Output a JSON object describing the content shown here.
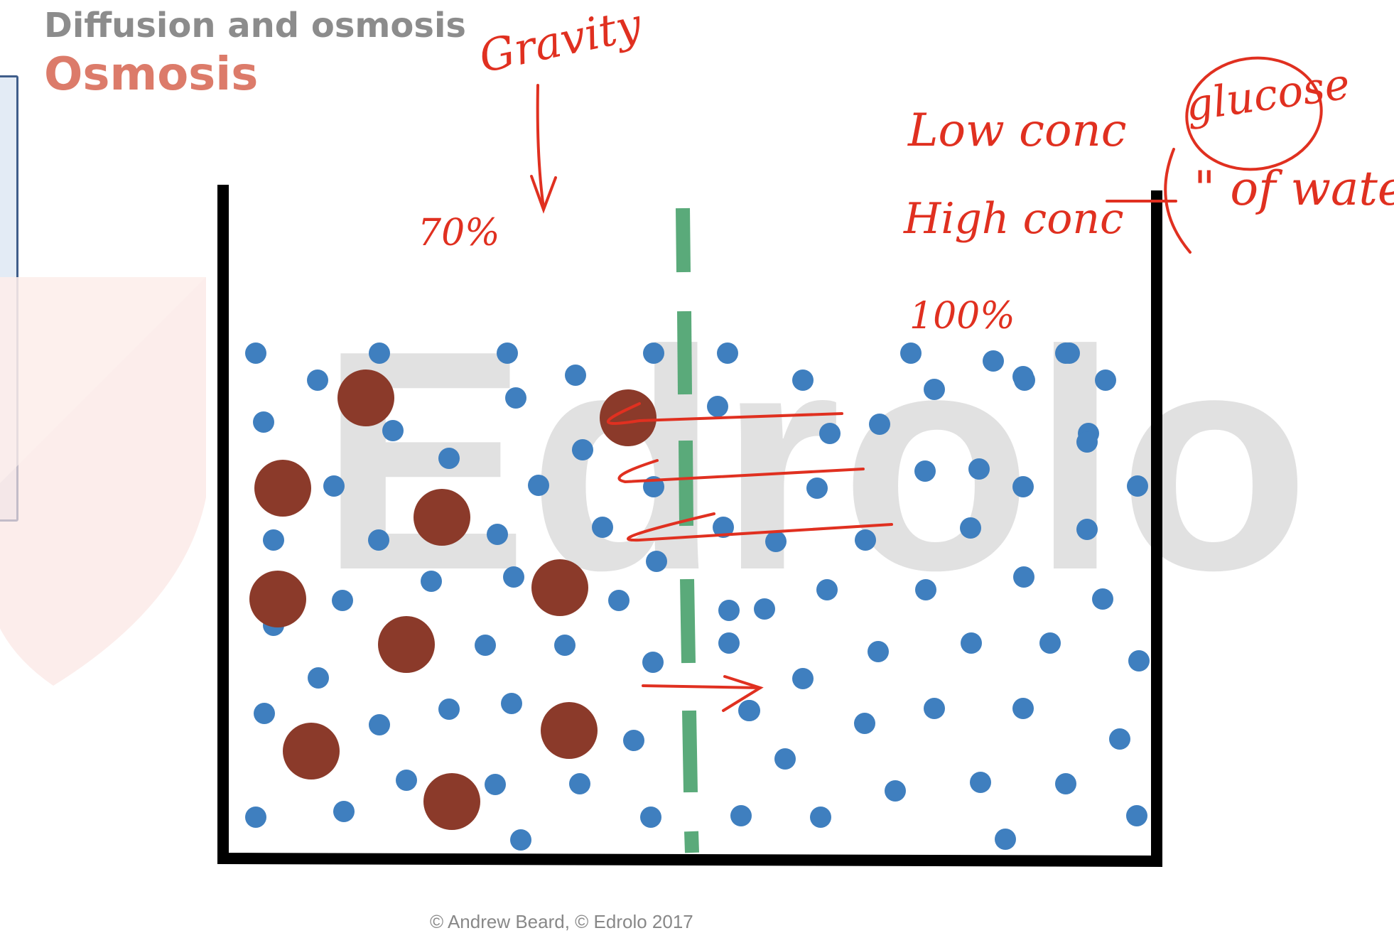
{
  "title": "Diffusion and osmosis",
  "subtitle": "Osmosis",
  "watermark": "Edrolo",
  "copyright": "© Andrew Beard, © Edrolo 2017",
  "annotations": {
    "gravity": "Gravity",
    "pct_left": "70%",
    "low_conc": "Low conc",
    "glucose": "glucose",
    "high_conc": "High conc",
    "of_water": "\" of water",
    "pct_right": "100%"
  },
  "colors": {
    "title": "#8c8c8c",
    "subtitle": "#dc7b6a",
    "water_molecule": "#3f7fbf",
    "solute_molecule": "#8b3a2a",
    "membrane": "#5aaa7a",
    "container": "#000000",
    "ink": "#e03020",
    "watermark": "#dcdcdc",
    "shield": "#fbe6e3"
  },
  "icons": {
    "logo": "shield-icon"
  }
}
